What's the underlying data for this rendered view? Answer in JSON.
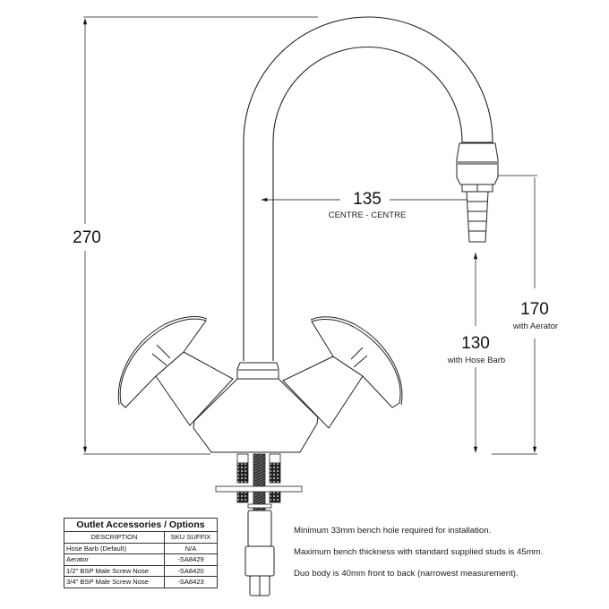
{
  "dimensions": {
    "overall_height": {
      "value": "270"
    },
    "spout_reach": {
      "value": "135",
      "label": "CENTRE - CENTRE"
    },
    "outlet_height_aerator": {
      "value": "170",
      "label": "with Aerator"
    },
    "outlet_height_hose_barb": {
      "value": "130",
      "label": "with Hose Barb"
    }
  },
  "accessories_table": {
    "title": "Outlet Accessories / Options",
    "columns": [
      "DESCRIPTION",
      "SKU SUFFIX"
    ],
    "rows": [
      {
        "description": "Hose Barb (Default)",
        "sku": "N/A"
      },
      {
        "description": "Aerator",
        "sku": "-SA8429"
      },
      {
        "description": "1/2\" BSP  Male Screw Nose",
        "sku": "-SA8420"
      },
      {
        "description": "3/4\" BSP  Male Screw Nose",
        "sku": "-SA8423"
      }
    ]
  },
  "notes": [
    "Minimum 33mm bench hole required for installation.",
    "Maximum bench thickness with standard supplied studs is 45mm.",
    "Duo body is 40mm front to back (narrowest measurement)."
  ],
  "colors": {
    "line": "#222222",
    "dim_line": "#555555",
    "background": "#ffffff"
  }
}
